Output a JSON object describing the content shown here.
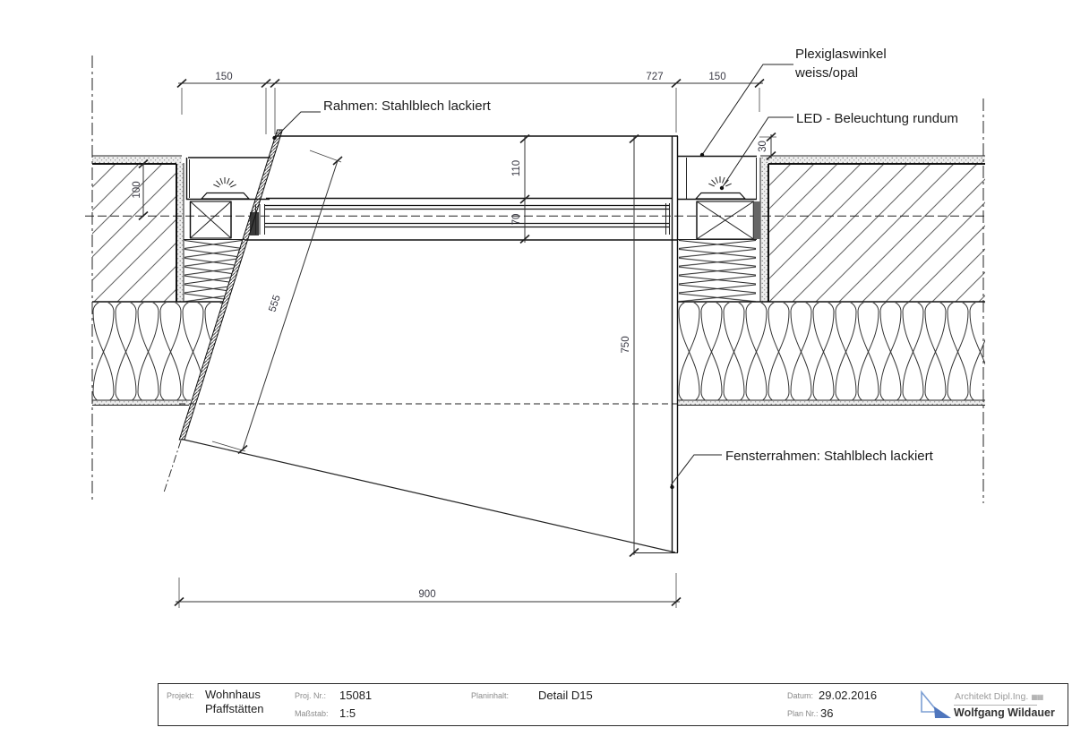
{
  "drawing": {
    "labels": {
      "rahmen": "Rahmen: Stahlblech lackiert",
      "plexiglas_1": "Plexiglaswinkel",
      "plexiglas_2": "weiss/opal",
      "led": "LED - Beleuchtung rundum",
      "fensterrahmen": "Fensterrahmen: Stahlblech lackiert"
    },
    "dimensions": {
      "top_left": "150",
      "top_middle": "727",
      "top_right": "150",
      "wall_height": "100",
      "frame_height": "110",
      "glazing_height": "70",
      "sash_length": "555",
      "opening_height": "750",
      "cove_offset": "30",
      "bottom_width": "900"
    }
  },
  "titleblock": {
    "projekt_label": "Projekt:",
    "projekt_value_1": "Wohnhaus",
    "projekt_value_2": "Pfaffstätten",
    "proj_nr_label": "Proj. Nr.:",
    "proj_nr_value": "15081",
    "massstab_label": "Maßstab:",
    "massstab_value": "1:5",
    "planinhalt_label": "Planinhalt:",
    "planinhalt_value": "Detail D15",
    "datum_label": "Datum:",
    "datum_value": "29.02.2016",
    "plan_nr_label": "Plan Nr.:",
    "plan_nr_value": "36",
    "architect_line1": "Architekt Dipl.Ing.",
    "architect_seal": "▦▦",
    "architect_line2": "Wolfgang Wildauer"
  },
  "colors": {
    "logo_light": "#7d9fd4",
    "logo_dark": "#4f76bd"
  }
}
